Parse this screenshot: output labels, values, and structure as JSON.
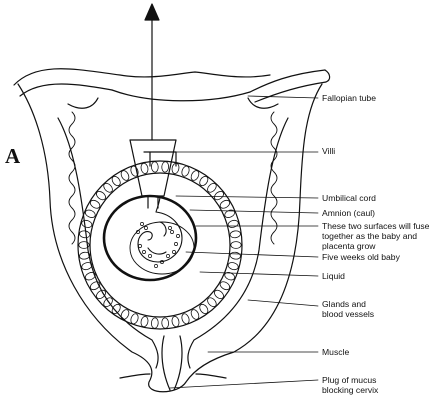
{
  "panel_letter": "A",
  "labels": {
    "fallopian_tube": "Fallopian tube",
    "villi": "Villi",
    "umbilical_cord": "Umbilical cord",
    "amnion": "Amnion (caul)",
    "fuse_line1": "These two surfaces will fuse",
    "fuse_line2": "together as the baby and",
    "fuse_line3": "placenta grow",
    "five_weeks": "Five weeks old baby",
    "liquid": "Liquid",
    "glands_line1": "Glands and",
    "glands_line2": "blood vessels",
    "muscle": "Muscle",
    "plug_line1": "Plug of mucus",
    "plug_line2": "blocking cervix"
  },
  "colors": {
    "ink": "#111111",
    "background": "#ffffff"
  }
}
